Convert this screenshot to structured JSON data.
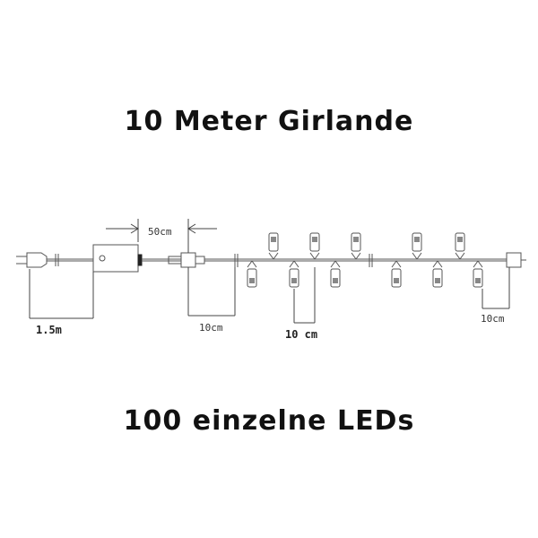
{
  "title_top": "10 Meter Girlande",
  "title_bottom": "100 einzelne LEDs",
  "dimensions": {
    "lead_cable": "1.5m",
    "controller_gap": "50cm",
    "start_spacing": "10cm",
    "led_spacing": "10 cm",
    "end_spacing": "10cm"
  },
  "colors": {
    "line": "#555555",
    "text": "#111111"
  }
}
